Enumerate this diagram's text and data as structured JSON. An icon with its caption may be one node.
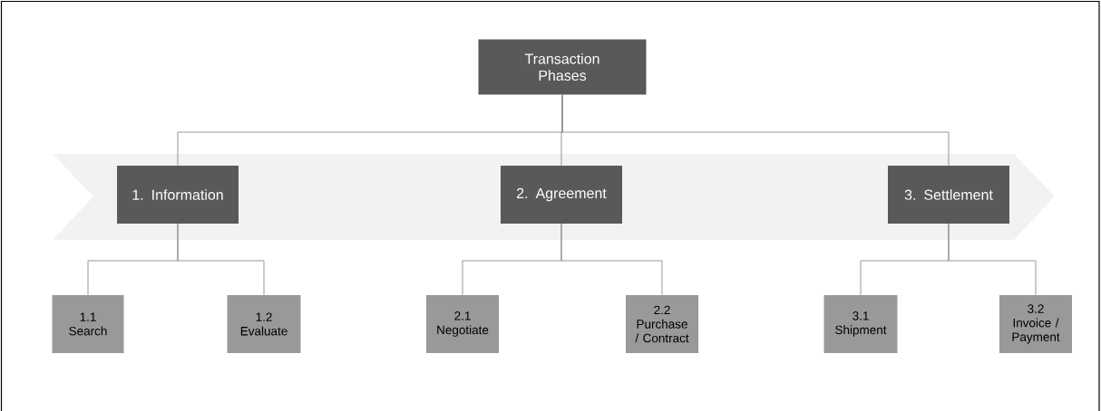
{
  "diagram": {
    "nodes": [
      {
        "text": [
          "Transaction Phases"
        ]
      },
      {
        "text": [
          "1. Information"
        ]
      },
      {
        "text": [
          "2. Agreement"
        ]
      },
      {
        "text": [
          "3. Settlement"
        ]
      },
      {
        "text": [
          "1.1 Search"
        ]
      },
      {
        "text": [
          "1.2 Evaluate"
        ]
      },
      {
        "text": [
          "2.1 Negotiate"
        ]
      },
      {
        "text": [
          "2.2 Purchase / Contract"
        ]
      },
      {
        "text": [
          "3.1 Shipment"
        ]
      },
      {
        "text": [
          "3.2 Invoice / Payment"
        ]
      }
    ],
    "edges": [
      {
        "from": 0,
        "to": 1,
        "arrow": "none"
      },
      {
        "from": 0,
        "to": 2,
        "arrow": "none"
      },
      {
        "from": 0,
        "to": 3,
        "arrow": "none"
      },
      {
        "from": 1,
        "to": 4,
        "arrow": "none"
      },
      {
        "from": 1,
        "to": 5,
        "arrow": "none"
      },
      {
        "from": 2,
        "to": 6,
        "arrow": "none"
      },
      {
        "from": 2,
        "to": 7,
        "arrow": "none"
      },
      {
        "from": 3,
        "to": 8,
        "arrow": "none"
      },
      {
        "from": 3,
        "to": 9,
        "arrow": "none"
      }
    ]
  }
}
